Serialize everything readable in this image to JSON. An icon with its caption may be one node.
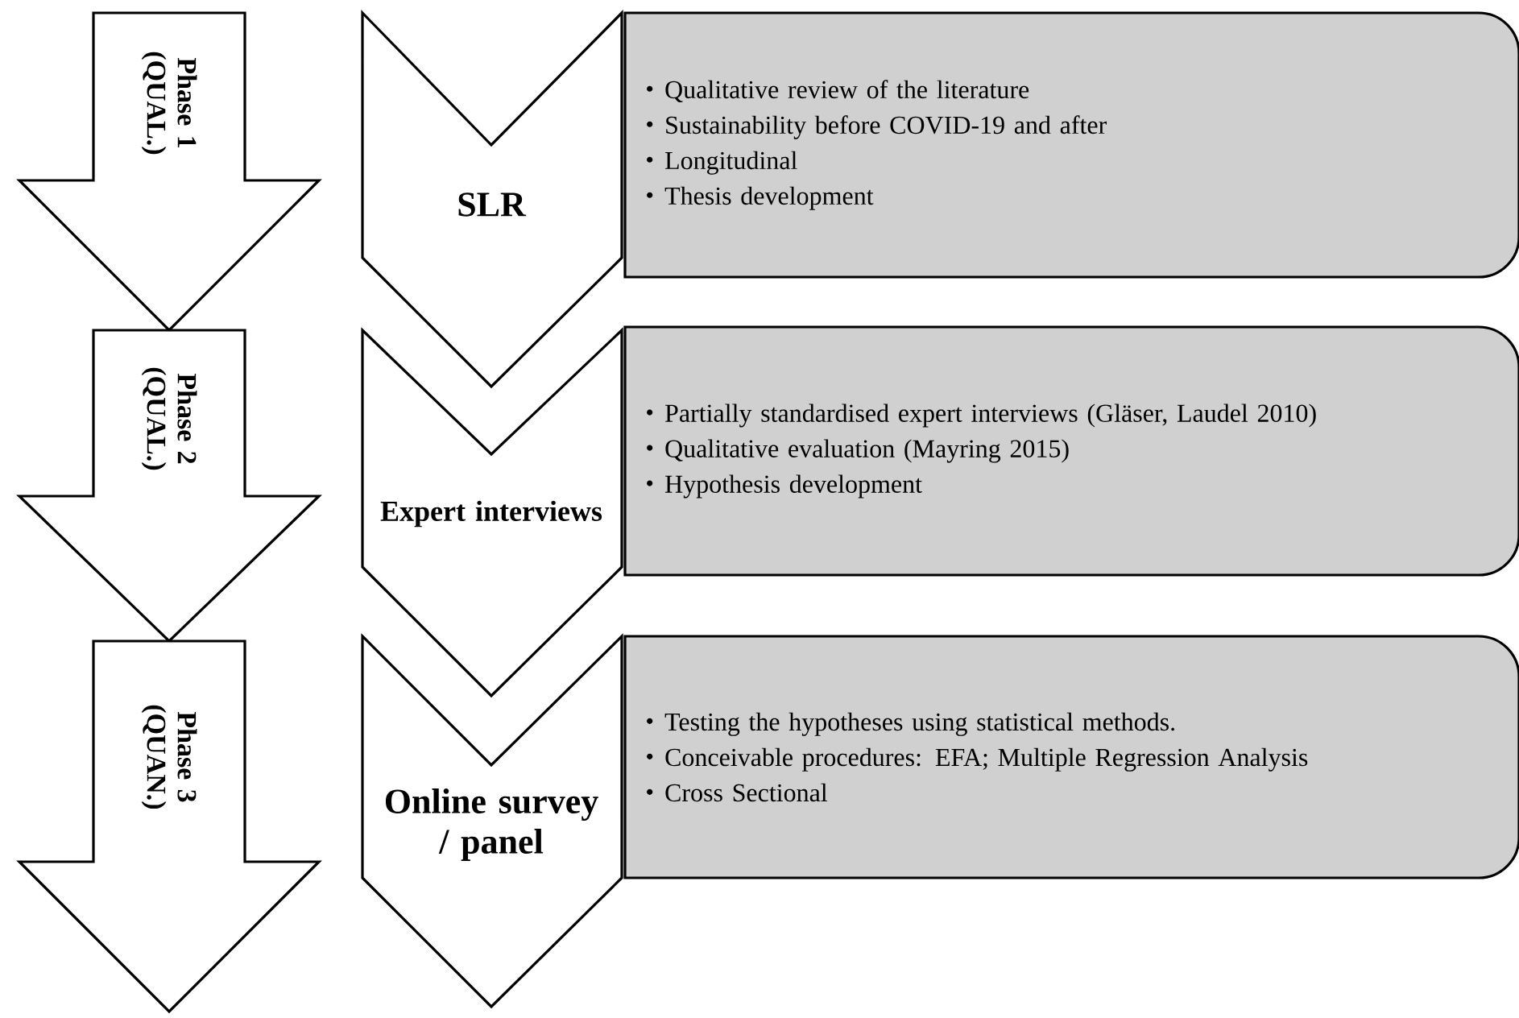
{
  "diagram": {
    "nodes": [
      {
        "text": [
          "Phase 1 (QUAL.)"
        ]
      },
      {
        "text": [
          "Phase 2 (QUAL.)"
        ]
      },
      {
        "text": [
          "Phase 3 (QUAN.)"
        ]
      },
      {
        "text": [
          "SLR"
        ]
      },
      {
        "text": [
          "Qualitative review of the literature",
          "Sustainability before COVID-19 and after",
          "Longitudinal",
          "Thesis development"
        ]
      },
      {
        "text": [
          "Expert interviews"
        ]
      },
      {
        "text": [
          "Partially standardised expert interviews (Gläser, Laudel 2010)",
          "Qualitative evaluation (Mayring 2015)",
          "Hypothesis development"
        ]
      },
      {
        "text": [
          "Online survey / panel"
        ]
      },
      {
        "text": [
          "Testing the hypotheses using statistical methods.",
          "Conceivable procedures: EFA; Multiple Regression Analysis",
          "Cross Sectional"
        ]
      }
    ]
  }
}
